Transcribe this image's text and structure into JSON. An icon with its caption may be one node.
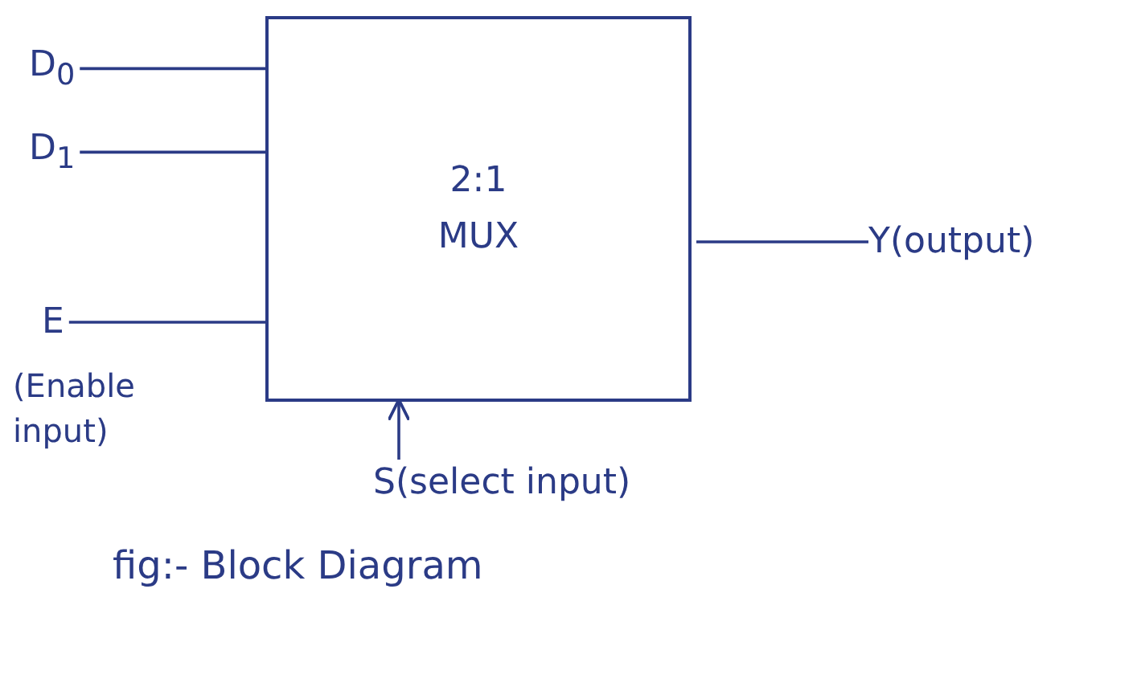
{
  "diagram": {
    "caption": "fig:- Block Diagram",
    "nodes": [
      {
        "text": [
          "2:1 MUX"
        ]
      },
      {
        "text": [
          "D$_{0}$"
        ]
      },
      {
        "text": [
          "D$_{1}$"
        ]
      },
      {
        "text": [
          "E"
        ],
        "beside": [
          "(Enable input)"
        ]
      },
      {
        "text": [
          "Y(output)"
        ]
      },
      {
        "text": [
          "S(select input)"
        ]
      }
    ],
    "edges": [
      {
        "from": 1,
        "to": 0,
        "arrow": "none"
      },
      {
        "from": 2,
        "to": 0,
        "arrow": "none"
      },
      {
        "from": 3,
        "to": 0,
        "arrow": "none"
      },
      {
        "from": 0,
        "to": 4,
        "arrow": "none"
      },
      {
        "from": 5,
        "to": 0,
        "arrow": "to"
      }
    ]
  }
}
